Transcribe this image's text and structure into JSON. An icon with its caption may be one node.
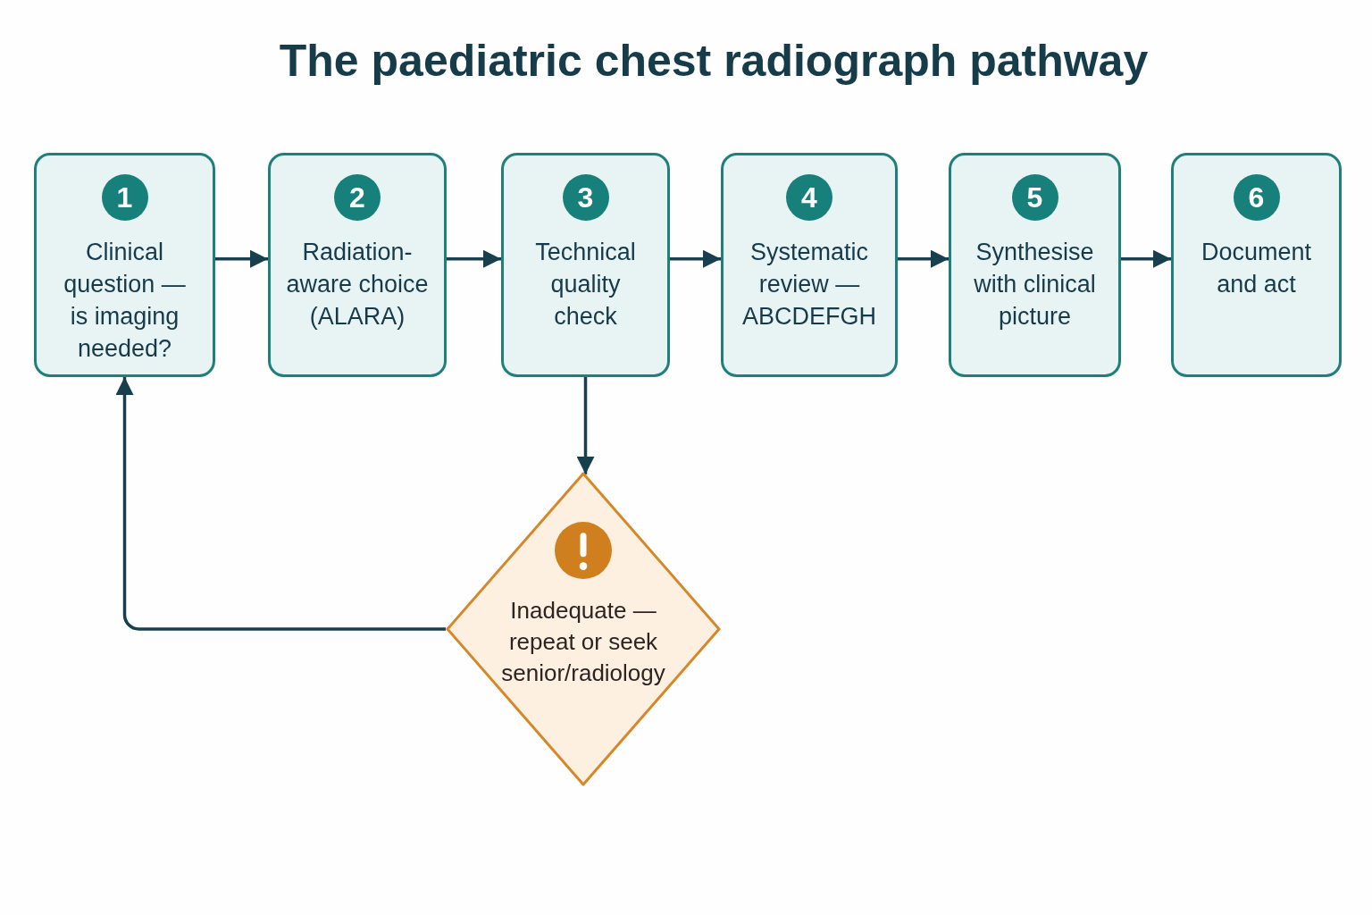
{
  "diagram": {
    "title": "The paediatric chest radiograph pathway",
    "nodes": [
      {
        "text": [
          "1",
          "Clinical question — is imaging needed?"
        ]
      },
      {
        "text": [
          "2",
          "Radiation-aware choice (ALARA)"
        ]
      },
      {
        "text": [
          "3",
          "Technical quality check"
        ]
      },
      {
        "text": [
          "4",
          "Systematic review — ABCDEFGH"
        ]
      },
      {
        "text": [
          "5",
          "Synthesise with clinical picture"
        ]
      },
      {
        "text": [
          "6",
          "Document and act"
        ]
      },
      {
        "text": [
          "Inadequate — repeat or seek senior/radiology"
        ]
      }
    ],
    "edges": [
      {
        "from": 0,
        "to": 1,
        "arrow": "to"
      },
      {
        "from": 1,
        "to": 2,
        "arrow": "to"
      },
      {
        "from": 2,
        "to": 3,
        "arrow": "to"
      },
      {
        "from": 3,
        "to": 4,
        "arrow": "to"
      },
      {
        "from": 4,
        "to": 5,
        "arrow": "to"
      },
      {
        "from": 2,
        "to": 6,
        "arrow": "to"
      },
      {
        "from": 6,
        "to": 0,
        "arrow": "to"
      }
    ]
  }
}
